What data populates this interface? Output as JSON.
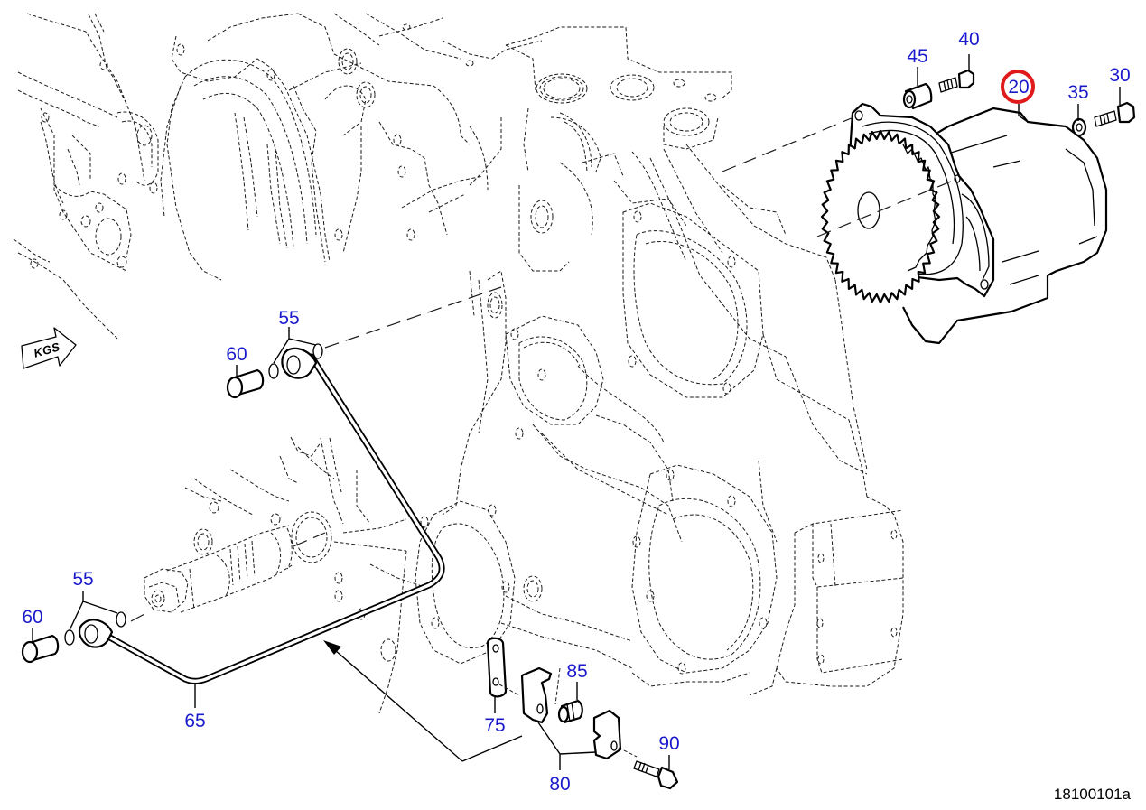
{
  "diagram": {
    "type": "exploded-parts-diagram",
    "subject": "Engine front timing case with gear-driven pump and lubrication line",
    "drawing_number": "18100101a",
    "direction_marker": {
      "label": "KGS",
      "icon": "arrow-right-icon"
    },
    "colors": {
      "callout_text": "#1a1acc",
      "highlight_ring": "#e01a1a",
      "line_art": "#000000",
      "background": "#ffffff"
    },
    "highlighted_part": "20",
    "callouts": [
      {
        "id": "20",
        "label": "20",
        "part": "gear-driven-pump",
        "highlighted": true
      },
      {
        "id": "30",
        "label": "30",
        "part": "bolt"
      },
      {
        "id": "35",
        "label": "35",
        "part": "washer"
      },
      {
        "id": "40",
        "label": "40",
        "part": "bolt"
      },
      {
        "id": "45",
        "label": "45",
        "part": "sleeve"
      },
      {
        "id": "55a",
        "label": "55",
        "part": "seal-rings-upper"
      },
      {
        "id": "60a",
        "label": "60",
        "part": "banjo-bolt-upper"
      },
      {
        "id": "55b",
        "label": "55",
        "part": "seal-rings-lower"
      },
      {
        "id": "60b",
        "label": "60",
        "part": "banjo-bolt-lower"
      },
      {
        "id": "65",
        "label": "65",
        "part": "oil-pipe"
      },
      {
        "id": "75",
        "label": "75",
        "part": "bracket-plate"
      },
      {
        "id": "80",
        "label": "80",
        "part": "pipe-clamp-halves"
      },
      {
        "id": "85",
        "label": "85",
        "part": "rubber-bushing"
      },
      {
        "id": "90",
        "label": "90",
        "part": "clamp-bolt"
      }
    ]
  }
}
